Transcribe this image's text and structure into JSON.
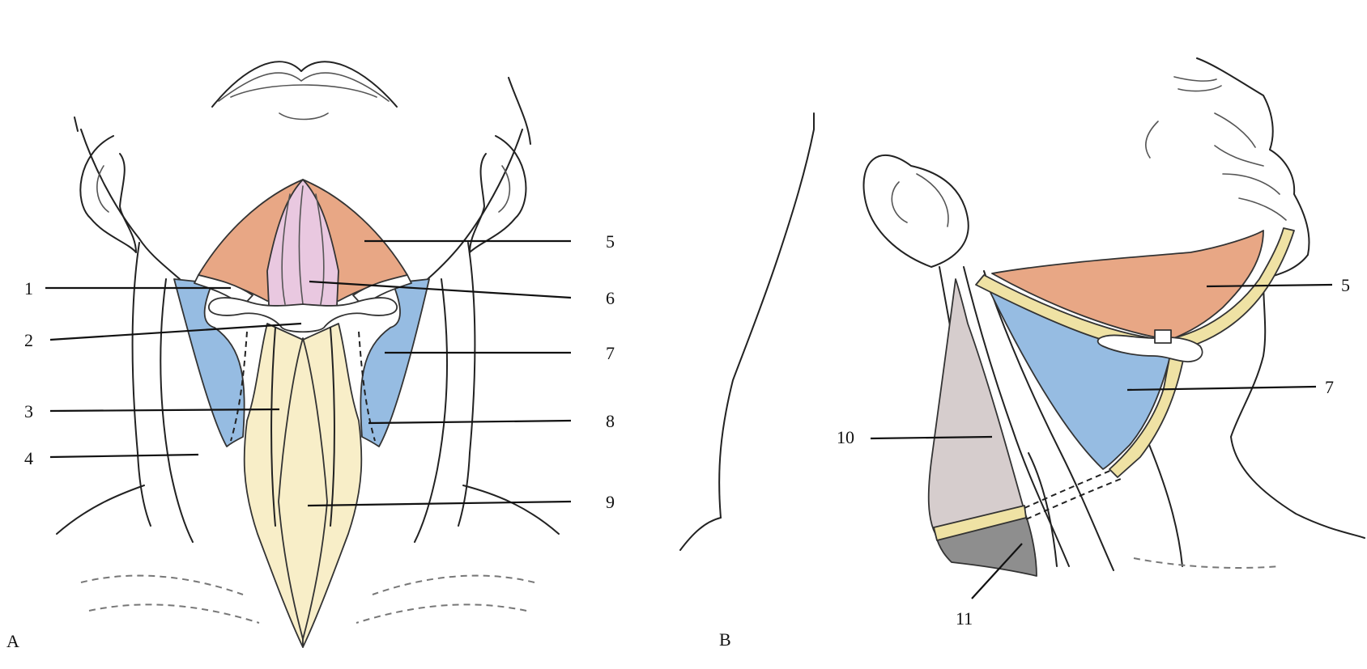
{
  "figure": {
    "panel_a_label": "A",
    "panel_b_label": "B"
  },
  "labels": {
    "n1": "1",
    "n2": "2",
    "n3": "3",
    "n4": "4",
    "n5": "5",
    "n6": "6",
    "n7": "7",
    "n8": "8",
    "n9": "9",
    "n10": "10",
    "n11": "11"
  },
  "colors": {
    "submandibular_triangle": "#e8a785",
    "submental_triangle": "#e9c8e0",
    "carotid_triangle": "#96bce2",
    "muscular_triangle": "#f8eec8",
    "omohyoid_band": "#efe2a4",
    "posterior_occipital_triangle": "#d6cdcd",
    "supraclavicular_triangle": "#8e8e8e",
    "hyoid_bone": "#ffffff"
  }
}
